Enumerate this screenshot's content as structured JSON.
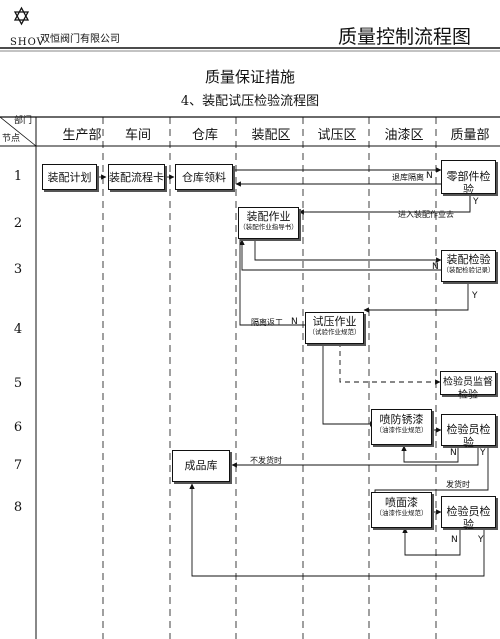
{
  "header": {
    "company": "双恒阀门有限公司",
    "logo_text": "SHOV",
    "doc_title": "质量控制流程图"
  },
  "titles": {
    "main": "质量保证措施",
    "sub": "4、装配试压检验流程图"
  },
  "table": {
    "corner_top": "部门",
    "corner_bottom": "节点",
    "columns": [
      "生产部",
      "车间",
      "仓库",
      "装配区",
      "试压区",
      "油漆区",
      "质量部"
    ],
    "rows": [
      "1",
      "2",
      "3",
      "4",
      "5",
      "6",
      "7",
      "8"
    ]
  },
  "boxes": {
    "assembly_plan": {
      "main": "装配计划"
    },
    "assembly_card": {
      "main": "装配流程卡"
    },
    "warehouse_pick": {
      "main": "仓库领料"
    },
    "parts_inspection": {
      "main": "零部件检验"
    },
    "assembly_work": {
      "main": "装配作业",
      "sub": "（装配作业指导书）"
    },
    "assembly_inspection": {
      "main": "装配检验",
      "sub": "（装配检验记录）"
    },
    "pressure_test": {
      "main": "试压作业",
      "sub": "（试验作业规范）"
    },
    "inspector_supervision": {
      "main": "检验员监督检验"
    },
    "antirust_paint": {
      "main": "喷防锈漆",
      "sub": "（油漆作业规范）"
    },
    "inspector_check_1": {
      "main": "检验员检验"
    },
    "finished_store": {
      "main": "成品库"
    },
    "top_coat": {
      "main": "喷面漆",
      "sub": "（油漆作业规范）"
    },
    "inspector_check_2": {
      "main": "检验员检验"
    }
  },
  "labels": {
    "return_isolate": "退库隔离",
    "into_assembly": "进入装配作业去",
    "isolate_rework": "隔离返工",
    "no_shipment": "不发货时",
    "ship": "发货时",
    "n": "N",
    "y": "Y"
  }
}
